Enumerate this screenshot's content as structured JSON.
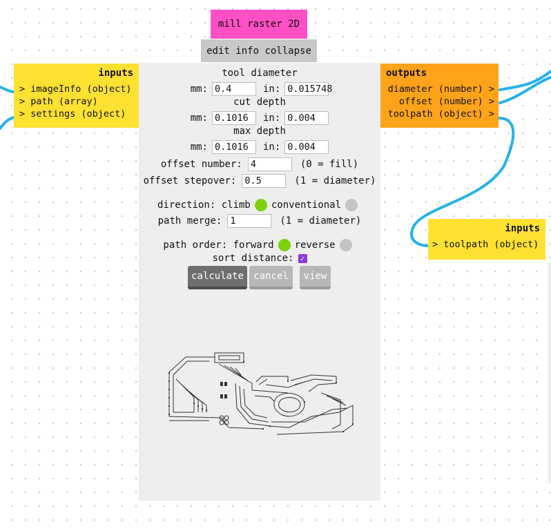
{
  "module": {
    "title": "mill raster 2D",
    "controls": [
      "edit",
      "info",
      "collapse"
    ]
  },
  "inputs": {
    "heading": "inputs",
    "ports": [
      "> imageInfo (object)",
      "> path (array)",
      "> settings (object)"
    ]
  },
  "outputs": {
    "heading": "outputs",
    "ports": [
      "diameter (number) >",
      "offset (number) >",
      "toolpath (object) >"
    ]
  },
  "next_inputs": {
    "heading": "inputs",
    "ports": [
      "> toolpath (object)"
    ]
  },
  "form": {
    "tool_diameter": {
      "label": "tool diameter",
      "mm_label": "mm:",
      "mm": "0.4",
      "in_label": "in:",
      "in": "0.015748"
    },
    "cut_depth": {
      "label": "cut depth",
      "mm_label": "mm:",
      "mm": "0.1016",
      "in_label": "in:",
      "in": "0.004"
    },
    "max_depth": {
      "label": "max depth",
      "mm_label": "mm:",
      "mm": "0.1016",
      "in_label": "in:",
      "in": "0.004"
    },
    "offset_number": {
      "label": "offset number:",
      "value": "4",
      "hint": "(0 = fill)"
    },
    "offset_stepover": {
      "label": "offset stepover:",
      "value": "0.5",
      "hint": "(1 = diameter)"
    },
    "direction": {
      "label": "direction:",
      "option_a": "climb",
      "option_b": "conventional",
      "selected": "climb"
    },
    "path_merge": {
      "label": "path merge:",
      "value": "1",
      "hint": "(1 = diameter)"
    },
    "path_order": {
      "label": "path order:",
      "option_a": "forward",
      "option_b": "reverse",
      "selected": "forward"
    },
    "sort_distance": {
      "label": "sort distance:",
      "checked": true
    }
  },
  "buttons": {
    "calculate": "calculate",
    "cancel": "cancel",
    "view": "view"
  },
  "colors": {
    "title": "#ff4fc4",
    "inputs": "#ffe132",
    "outputs": "#ffa31a",
    "wire": "#27b1ea",
    "radio_on": "#7cd10b",
    "radio_off": "#c4c4c4",
    "checkbox": "#8d3ad6"
  },
  "preview": {
    "icon": "pcb-toolpath-preview"
  }
}
